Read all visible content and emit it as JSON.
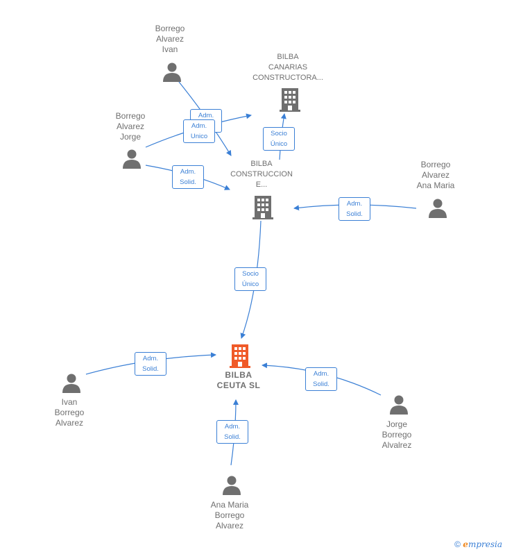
{
  "nodes": {
    "ivan_top": "Borrego\nAlvarez\nIvan",
    "jorge_left": "Borrego\nAlvarez\nJorge",
    "canarias": "BILBA\nCANARIAS\nCONSTRUCTORA...",
    "construccion": "BILBA\nCONSTRUCCION\nE...",
    "ana_right": "Borrego\nAlvarez\nAna Maria",
    "ceuta": "BILBA\nCEUTA  SL",
    "ivan_bottom": "Ivan\nBorrego\nAlvarez",
    "jorge_bottom": "Jorge\nBorrego\nAlvalrez",
    "ana_bottom": "Ana Maria\nBorrego\nAlvarez"
  },
  "edges": {
    "ivan_adm": "Adm.\nSolid.",
    "jorge_adm_unico": "Adm.\nUnico",
    "jorge_adm_solid": "Adm.\nSolid.",
    "socio_canarias": "Socio\nÚnico",
    "ana_adm_solid": "Adm.\nSolid.",
    "socio_ceuta": "Socio\nÚnico",
    "ivan_b_adm": "Adm.\nSolid.",
    "jorge_b_adm": "Adm.\nSolid.",
    "ana_b_adm": "Adm.\nSolid."
  },
  "colors": {
    "person": "#6f6f6f",
    "company": "#6f6f6f",
    "main_company": "#f05a28",
    "edge": "#3a7fd5"
  },
  "footer": {
    "copyright": "©",
    "brand_e": "e",
    "brand_rest": "mpresia"
  }
}
